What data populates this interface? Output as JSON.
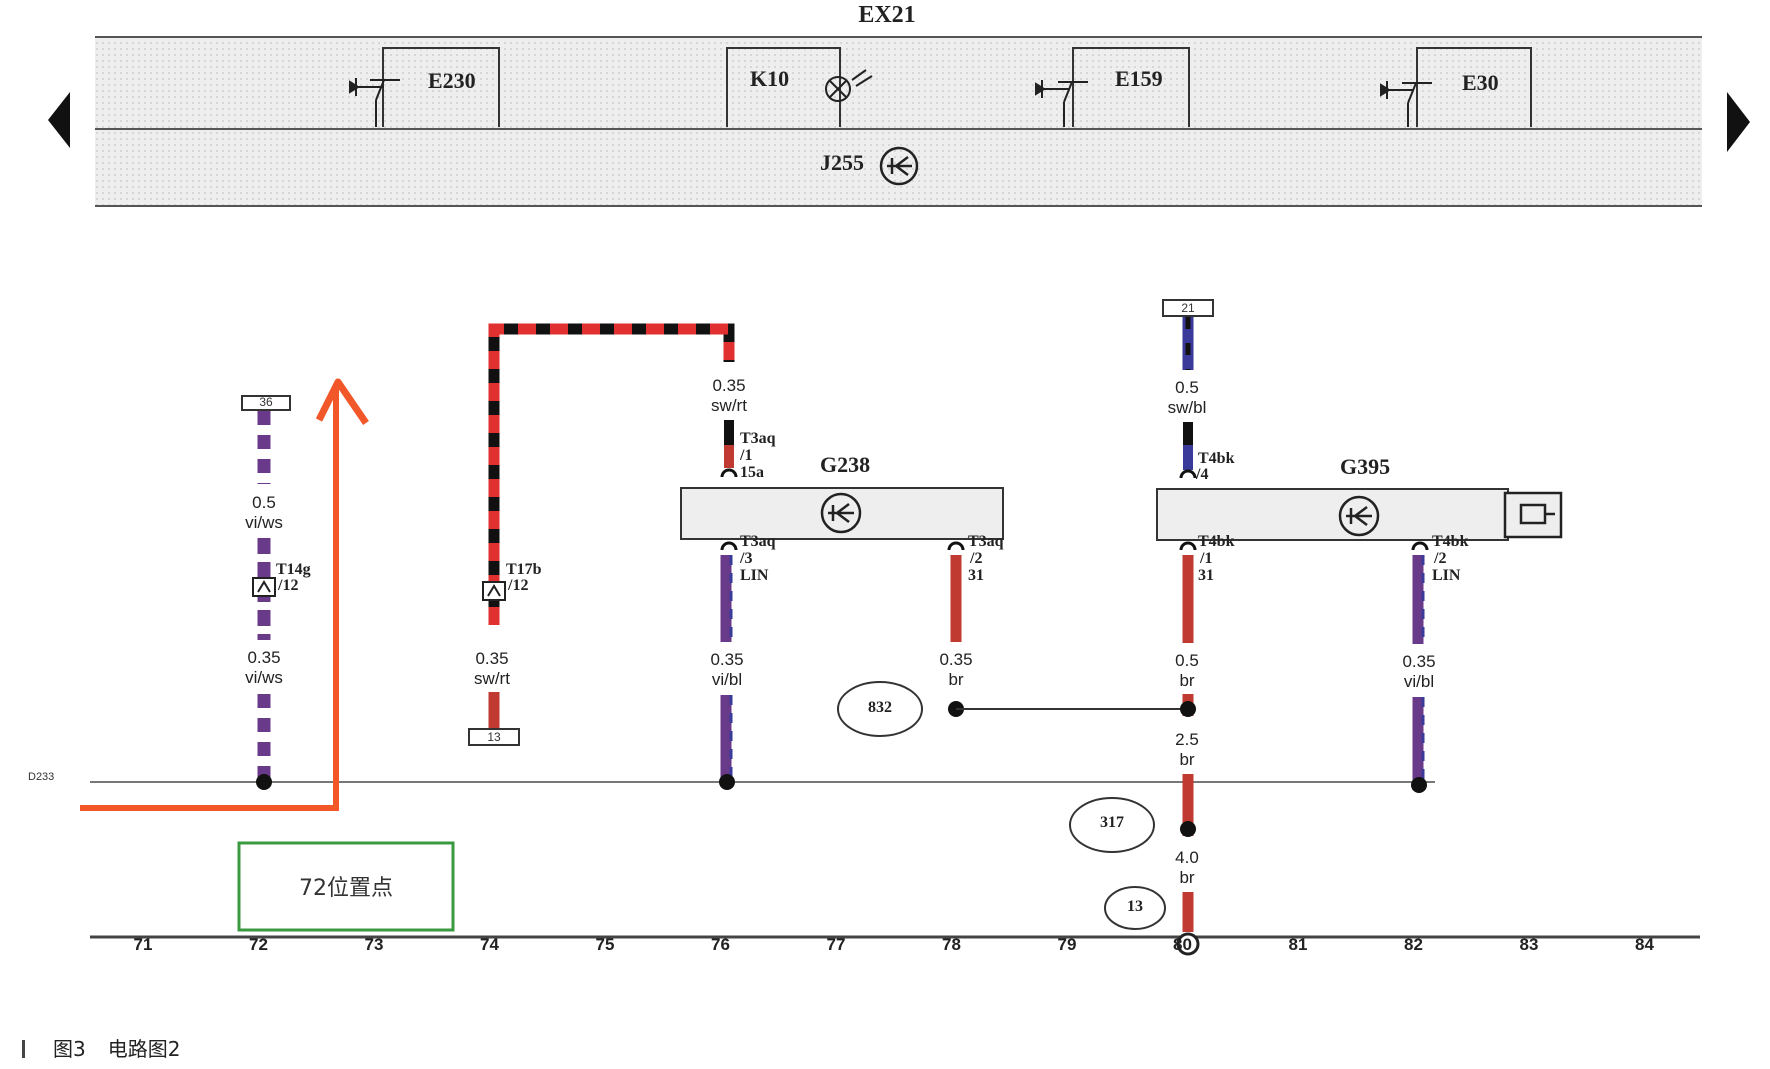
{
  "header": {
    "title": "EX21",
    "components": [
      "E230",
      "K10",
      "E159",
      "E30"
    ],
    "control_unit": "J255"
  },
  "nav": {
    "prev": "◀",
    "next": "▶"
  },
  "wires": {
    "w36": {
      "terminal": "36",
      "spec1": "0.5",
      "color1": "vi/ws",
      "conn": "T14g",
      "pin": "/12",
      "spec2": "0.35",
      "color2": "vi/ws"
    },
    "w13": {
      "terminal": "13",
      "conn": "T17b",
      "pin": "/12",
      "spec": "0.35",
      "color": "sw/rt"
    },
    "g238_in": {
      "spec": "0.35",
      "color": "sw/rt",
      "conn": "T3aq",
      "pin": "/1",
      "sig": "15a"
    },
    "g238_lin": {
      "conn": "T3aq",
      "pin": "/3",
      "sig": "LIN",
      "spec": "0.35",
      "color": "vi/bl"
    },
    "g238_gnd": {
      "conn": "T3aq",
      "pin": "/2",
      "sig": "31",
      "spec": "0.35",
      "color": "br"
    },
    "g395_in": {
      "terminal": "21",
      "spec": "0.5",
      "color": "sw/bl",
      "conn": "T4bk",
      "pin": "/4"
    },
    "g395_gnd": {
      "conn": "T4bk",
      "pin": "/1",
      "sig": "31",
      "spec1": "0.5",
      "color1": "br",
      "spec2": "2.5",
      "color2": "br",
      "spec3": "4.0",
      "color3": "br"
    },
    "g395_lin": {
      "conn": "T4bk",
      "pin": "/2",
      "sig": "LIN",
      "spec": "0.35",
      "color": "vi/bl"
    }
  },
  "modules": {
    "g238": "G238",
    "g395": "G395"
  },
  "bus_label": "D233",
  "ground_points": [
    "832",
    "317",
    "13"
  ],
  "annotation": {
    "box_text": "72位置点"
  },
  "columns": [
    "71",
    "72",
    "73",
    "74",
    "75",
    "76",
    "77",
    "78",
    "79",
    "80",
    "81",
    "82",
    "83",
    "84"
  ],
  "caption": {
    "fig": "图3",
    "title": "电路图2"
  },
  "colors": {
    "annotation_arrow": "#f2572a",
    "annotation_box": "#3a9a40",
    "wire_red": "#c03a32",
    "wire_violet": "#6a3a8a",
    "wire_blue": "#3a3a9a"
  }
}
